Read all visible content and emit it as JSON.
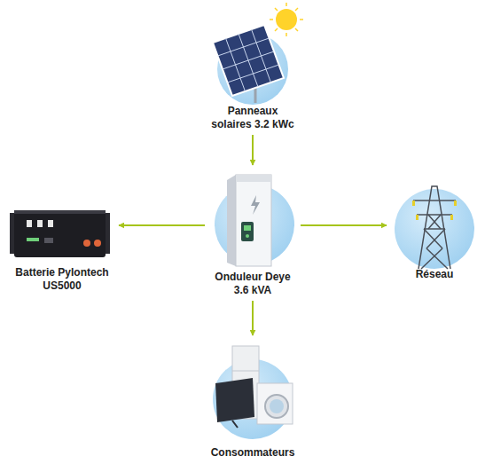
{
  "diagram": {
    "nodes": [
      {
        "text": [
          "Panneaux solaires 3.2 kWc"
        ]
      },
      {
        "text": [
          "Batterie Pylontech US5000"
        ]
      },
      {
        "text": [
          "Onduleur Deye 3.6 kVA"
        ]
      },
      {
        "text": [
          "Réseau"
        ]
      },
      {
        "text": [
          "Consommateurs"
        ]
      }
    ],
    "edges": [
      {
        "from": 0,
        "to": 2,
        "arrow": "to"
      },
      {
        "from": 2,
        "to": 1,
        "arrow": "to"
      },
      {
        "from": 2,
        "to": 3,
        "arrow": "to"
      },
      {
        "from": 2,
        "to": 4,
        "arrow": "to"
      }
    ]
  }
}
